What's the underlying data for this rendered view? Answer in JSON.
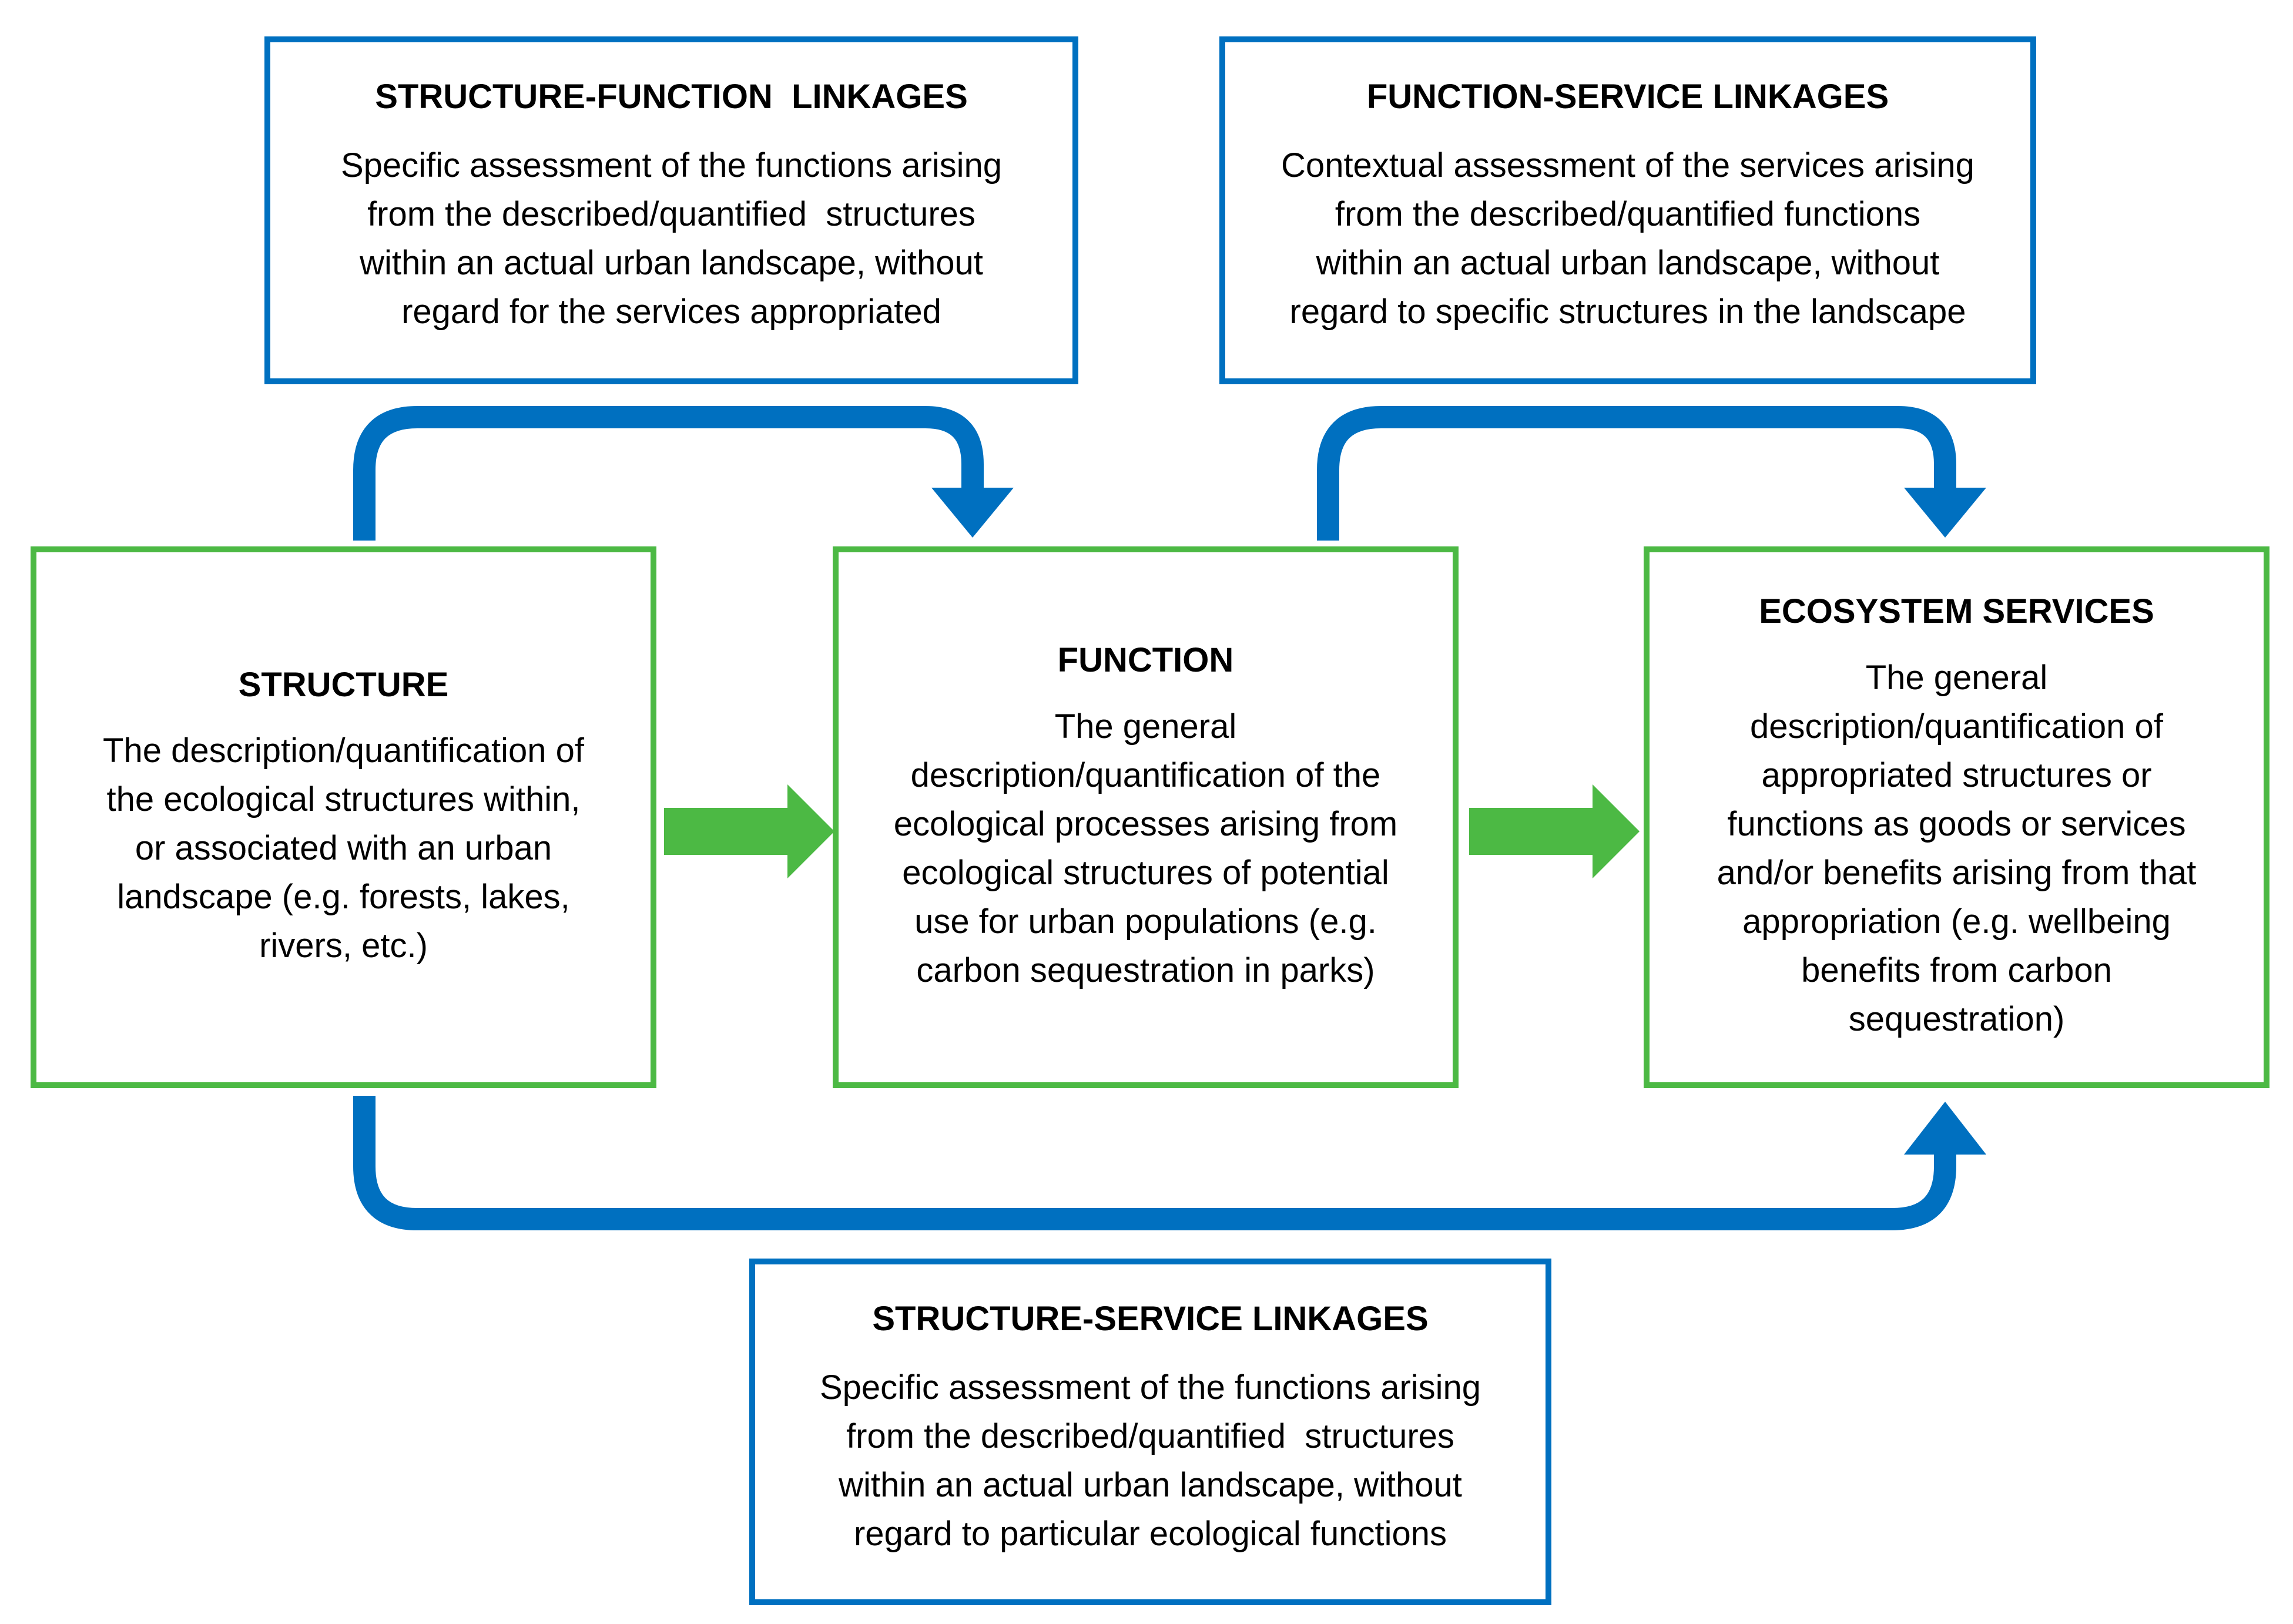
{
  "linkages": {
    "structure_function": {
      "title": "STRUCTURE-FUNCTION  LINKAGES",
      "lines": [
        "Specific assessment of the functions arising",
        "from the described/quantified  structures",
        "within an actual urban landscape, without",
        "regard for the services appropriated"
      ]
    },
    "function_service": {
      "title": "FUNCTION-SERVICE LINKAGES",
      "lines": [
        "Contextual assessment of the services arising",
        "from the described/quantified functions",
        "within an actual urban landscape, without",
        "regard to specific structures in the landscape"
      ]
    },
    "structure_service": {
      "title": "STRUCTURE-SERVICE LINKAGES",
      "lines": [
        "Specific assessment of the functions arising",
        "from the described/quantified  structures",
        "within an actual urban landscape, without",
        "regard to particular ecological functions"
      ]
    }
  },
  "nodes": {
    "structure": {
      "title": "STRUCTURE",
      "lines": [
        "The description/quantification of",
        "the ecological structures within,",
        "or associated with an urban",
        "landscape (e.g. forests, lakes,",
        "rivers, etc.)"
      ]
    },
    "function": {
      "title": "FUNCTION",
      "lines": [
        "The general",
        "description/quantification of the",
        "ecological processes arising from",
        "ecological structures of potential",
        "use for urban populations (e.g.",
        "carbon sequestration in parks)"
      ]
    },
    "services": {
      "title": "ECOSYSTEM SERVICES",
      "lines": [
        "The general",
        "description/quantification of",
        "appropriated structures or",
        "functions as goods or services",
        "and/or benefits arising from that",
        "appropriation (e.g. wellbeing",
        "benefits from carbon",
        "sequestration)"
      ]
    }
  },
  "colors": {
    "linkage_border": "#0070c0",
    "node_border": "#4cb944",
    "blue_arrow": "#0070c0",
    "green_arrow": "#4cb944"
  }
}
